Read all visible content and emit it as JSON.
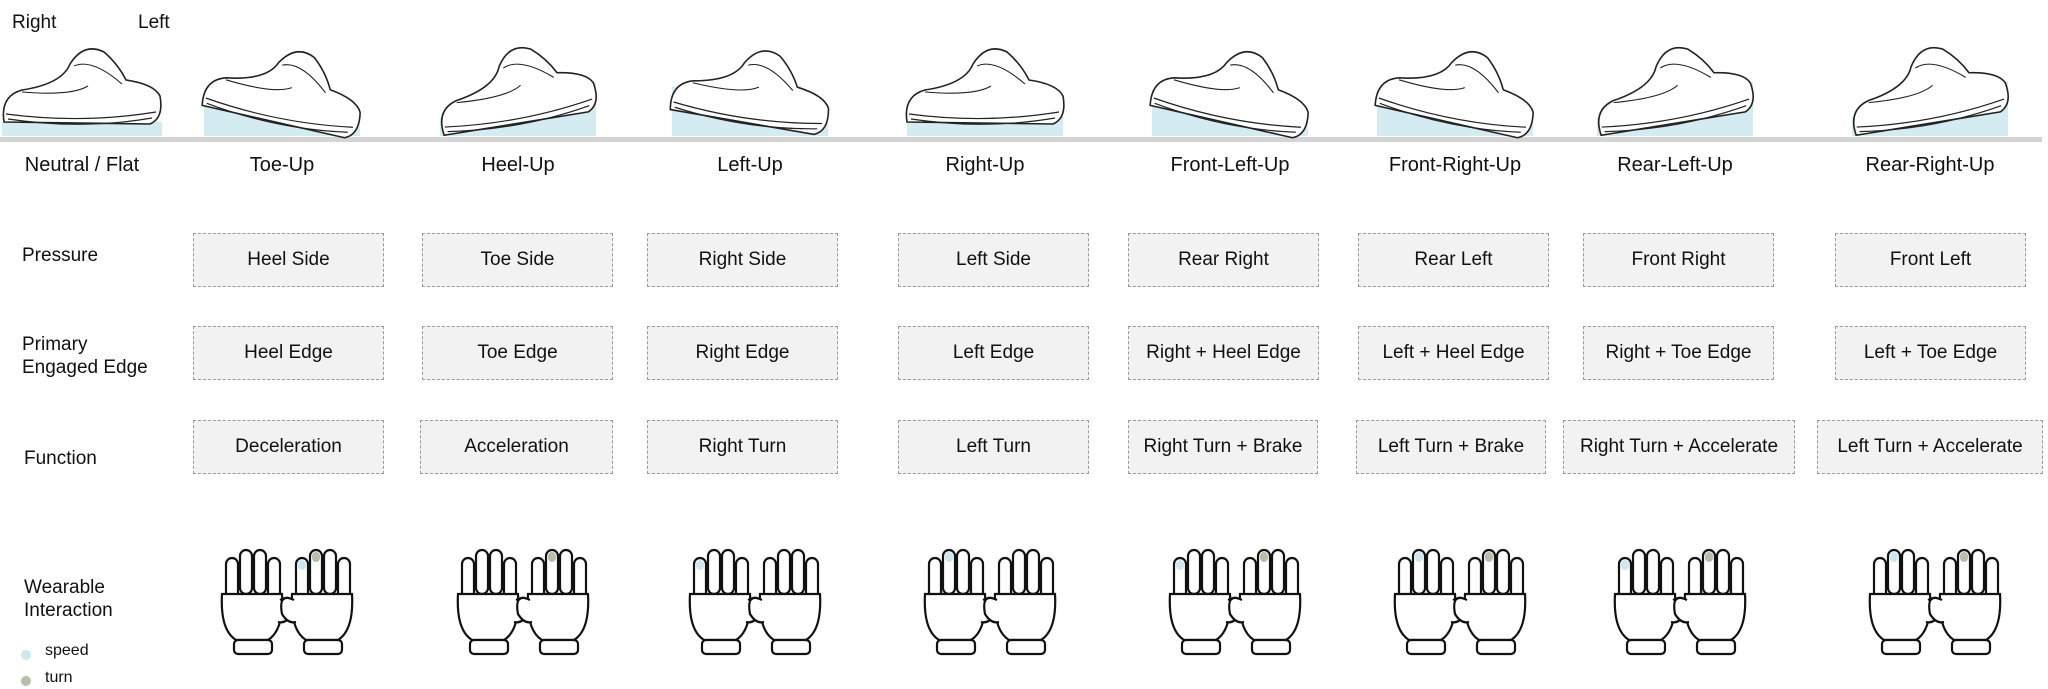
{
  "side_labels": {
    "right": "Right",
    "left": "Left"
  },
  "rows": {
    "pressure": "Pressure",
    "edge_line1": "Primary",
    "edge_line2": "Engaged Edge",
    "function": "Function",
    "wearable_line1": "Wearable",
    "wearable_line2": "Interaction"
  },
  "legend": {
    "speed": {
      "label": "speed",
      "color": "#cfe7ef"
    },
    "turn": {
      "label": "turn",
      "color": "#b5bfac"
    }
  },
  "colors": {
    "water": "#d5ebf2",
    "floor": "#cfcfcf",
    "cell_bg": "#f2f2f2",
    "cell_border": "#9a9a9a"
  },
  "modes": [
    {
      "name": "Neutral / Flat",
      "tilt": "flat",
      "pressure": "",
      "edge": "",
      "function": "",
      "fingers": []
    },
    {
      "name": "Toe-Up",
      "tilt": "toe-up",
      "pressure": "Heel Side",
      "edge": "Heel Edge",
      "function": "Deceleration",
      "fingers": [
        {
          "hand": "right",
          "finger": "index",
          "kind": "speed"
        },
        {
          "hand": "right",
          "finger": "middle",
          "kind": "turn"
        }
      ]
    },
    {
      "name": "Heel-Up",
      "tilt": "heel-up",
      "pressure": "Toe Side",
      "edge": "Toe Edge",
      "function": "Acceleration",
      "fingers": [
        {
          "hand": "right",
          "finger": "middle",
          "kind": "turn"
        }
      ]
    },
    {
      "name": "Left-Up",
      "tilt": "left-up",
      "pressure": "Right Side",
      "edge": "Right Edge",
      "function": "Right Turn",
      "fingers": [
        {
          "hand": "left",
          "finger": "index",
          "kind": "speed"
        }
      ]
    },
    {
      "name": "Right-Up",
      "tilt": "right-up",
      "pressure": "Left Side",
      "edge": "Left Edge",
      "function": "Left Turn",
      "fingers": [
        {
          "hand": "left",
          "finger": "middle",
          "kind": "speed"
        }
      ]
    },
    {
      "name": "Front-Left-Up",
      "tilt": "front-left-up",
      "pressure": "Rear Right",
      "edge": "Right + Heel Edge",
      "function": "Right Turn + Brake",
      "fingers": [
        {
          "hand": "left",
          "finger": "index",
          "kind": "speed"
        },
        {
          "hand": "right",
          "finger": "middle",
          "kind": "turn"
        }
      ]
    },
    {
      "name": "Front-Right-Up",
      "tilt": "front-right-up",
      "pressure": "Rear Left",
      "edge": "Left + Heel Edge",
      "function": "Left Turn + Brake",
      "fingers": [
        {
          "hand": "left",
          "finger": "middle",
          "kind": "speed"
        },
        {
          "hand": "right",
          "finger": "middle",
          "kind": "turn"
        }
      ]
    },
    {
      "name": "Rear-Left-Up",
      "tilt": "rear-left-up",
      "pressure": "Front Right",
      "edge": "Right + Toe Edge",
      "function": "Right Turn + Accelerate",
      "fingers": [
        {
          "hand": "left",
          "finger": "index",
          "kind": "speed"
        },
        {
          "hand": "right",
          "finger": "middle",
          "kind": "turn"
        }
      ]
    },
    {
      "name": "Rear-Right-Up",
      "tilt": "rear-right-up",
      "pressure": "Front Left",
      "edge": "Left + Toe Edge",
      "function": "Left Turn + Accelerate",
      "fingers": [
        {
          "hand": "left",
          "finger": "middle",
          "kind": "speed"
        },
        {
          "hand": "right",
          "finger": "middle",
          "kind": "turn"
        }
      ]
    }
  ]
}
